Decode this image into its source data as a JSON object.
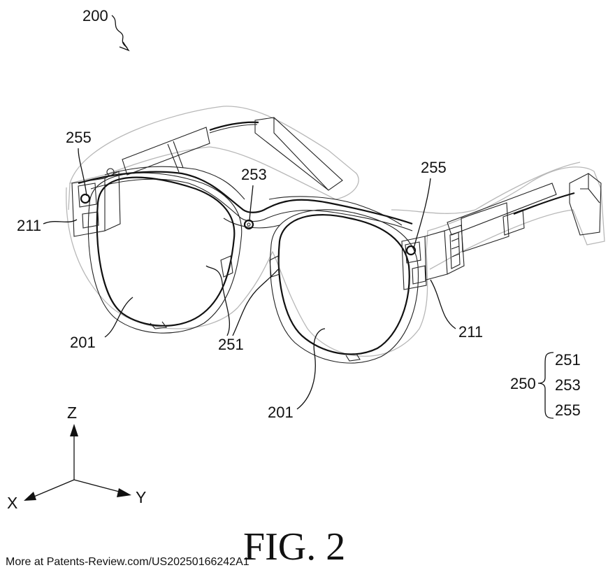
{
  "figure": {
    "caption": "FIG. 2",
    "footer": "More at Patents-Review.com/US20250166242A1"
  },
  "reference_numerals": {
    "device": "200",
    "lens_left": "201",
    "lens_right": "201",
    "frame_left": "211",
    "frame_right": "211",
    "assembly_group": "250",
    "bridge_sensor": "253",
    "hinge_sensor_left": "255",
    "hinge_sensor_right": "255",
    "rim_sensor": "251"
  },
  "legend_group": {
    "parent": "250",
    "children": [
      "251",
      "253",
      "255"
    ]
  },
  "axes": {
    "z": "Z",
    "x": "X",
    "y": "Y"
  }
}
